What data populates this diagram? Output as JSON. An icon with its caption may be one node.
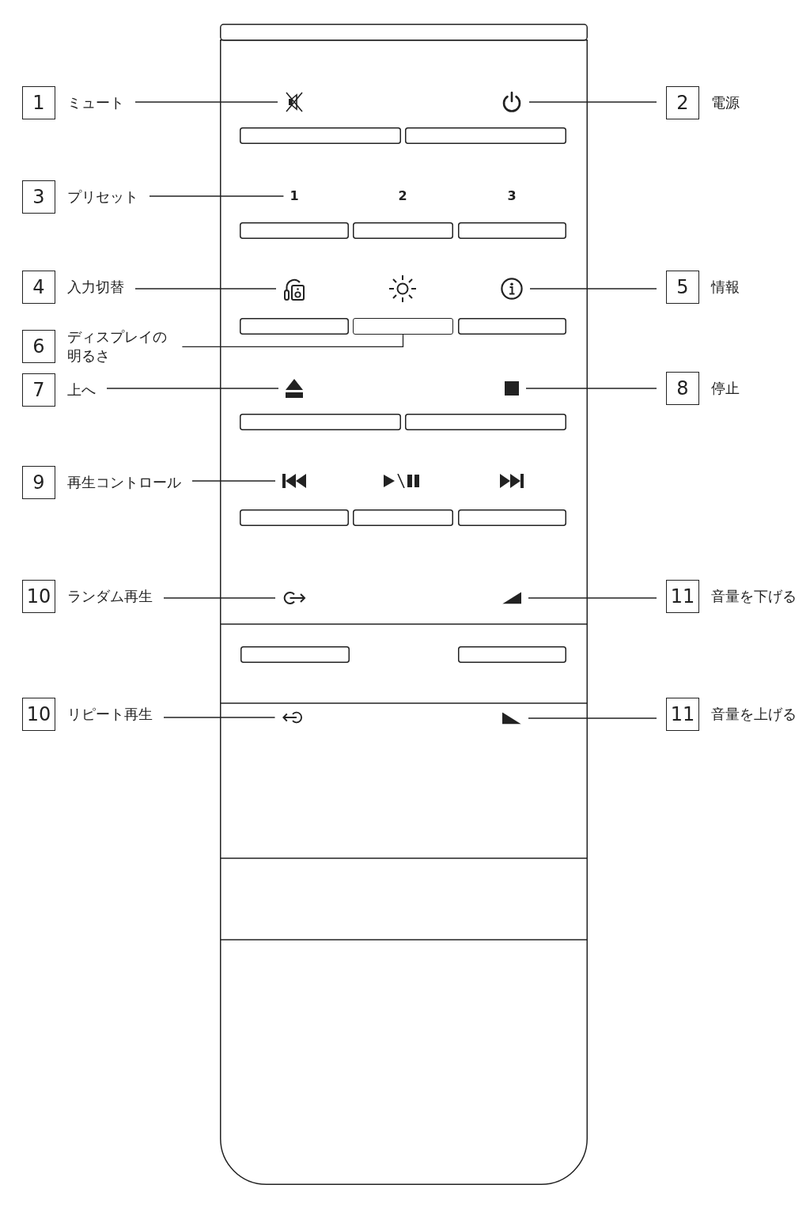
{
  "diagram": {
    "nodes": [
      {
        "text": [
          "1"
        ],
        "beside": [
          "ミュート"
        ]
      },
      {
        "text": [
          "2"
        ],
        "beside": [
          "電源"
        ]
      },
      {
        "text": [
          "3"
        ],
        "beside": [
          "プリセット"
        ]
      },
      {
        "text": [
          "4"
        ],
        "beside": [
          "入力切替"
        ]
      },
      {
        "text": [
          "5"
        ],
        "beside": [
          "情報"
        ]
      },
      {
        "text": [
          "6"
        ],
        "beside": [
          "ディスプレイの明るさ"
        ]
      },
      {
        "text": [
          "7"
        ],
        "beside": [
          "上へ"
        ]
      },
      {
        "text": [
          "8"
        ],
        "beside": [
          "停止"
        ]
      },
      {
        "text": [
          "9"
        ],
        "beside": [
          "再生コントロール"
        ]
      },
      {
        "text": [
          "10"
        ],
        "beside": [
          "ランダム再生"
        ]
      },
      {
        "text": [
          "11"
        ],
        "beside": [
          "音量を下げる"
        ]
      },
      {
        "text": [
          "10"
        ],
        "beside": [
          "リピート再生"
        ]
      },
      {
        "text": [
          "11"
        ],
        "beside": [
          "音量を上げる"
        ]
      },
      {
        "text": [],
        "shape": "picture"
      },
      {
        "text": [],
        "shape": "picture"
      },
      {
        "text": [
          "1"
        ]
      },
      {
        "text": [],
        "shape": "picture"
      },
      {
        "text": [],
        "shape": "picture"
      },
      {
        "text": [],
        "shape": "box"
      },
      {
        "text": [],
        "shape": "picture"
      },
      {
        "text": [],
        "shape": "box"
      },
      {
        "text": [],
        "shape": "picture"
      },
      {
        "text": [],
        "shape": "picture"
      },
      {
        "text": [],
        "shape": "picture"
      },
      {
        "text": [],
        "shape": "picture"
      },
      {
        "text": [],
        "shape": "picture"
      }
    ],
    "edges": [
      {
        "from": 0,
        "to": 13,
        "arrow": "none"
      },
      {
        "from": 1,
        "to": 14,
        "arrow": "none"
      },
      {
        "from": 2,
        "to": 15,
        "arrow": "none"
      },
      {
        "from": 3,
        "to": 16,
        "arrow": "none"
      },
      {
        "from": 4,
        "to": 17,
        "arrow": "none"
      },
      {
        "from": 5,
        "to": 18,
        "arrow": "none"
      },
      {
        "from": 6,
        "to": 19,
        "arrow": "none"
      },
      {
        "from": 7,
        "to": 20,
        "arrow": "none"
      },
      {
        "from": 8,
        "to": 21,
        "arrow": "none"
      },
      {
        "from": 9,
        "to": 22,
        "arrow": "none"
      },
      {
        "from": 10,
        "to": 23,
        "arrow": "none"
      },
      {
        "from": 11,
        "to": 24,
        "arrow": "none"
      },
      {
        "from": 12,
        "to": 25,
        "arrow": "none"
      }
    ],
    "labels": [
      "2",
      "3"
    ]
  }
}
